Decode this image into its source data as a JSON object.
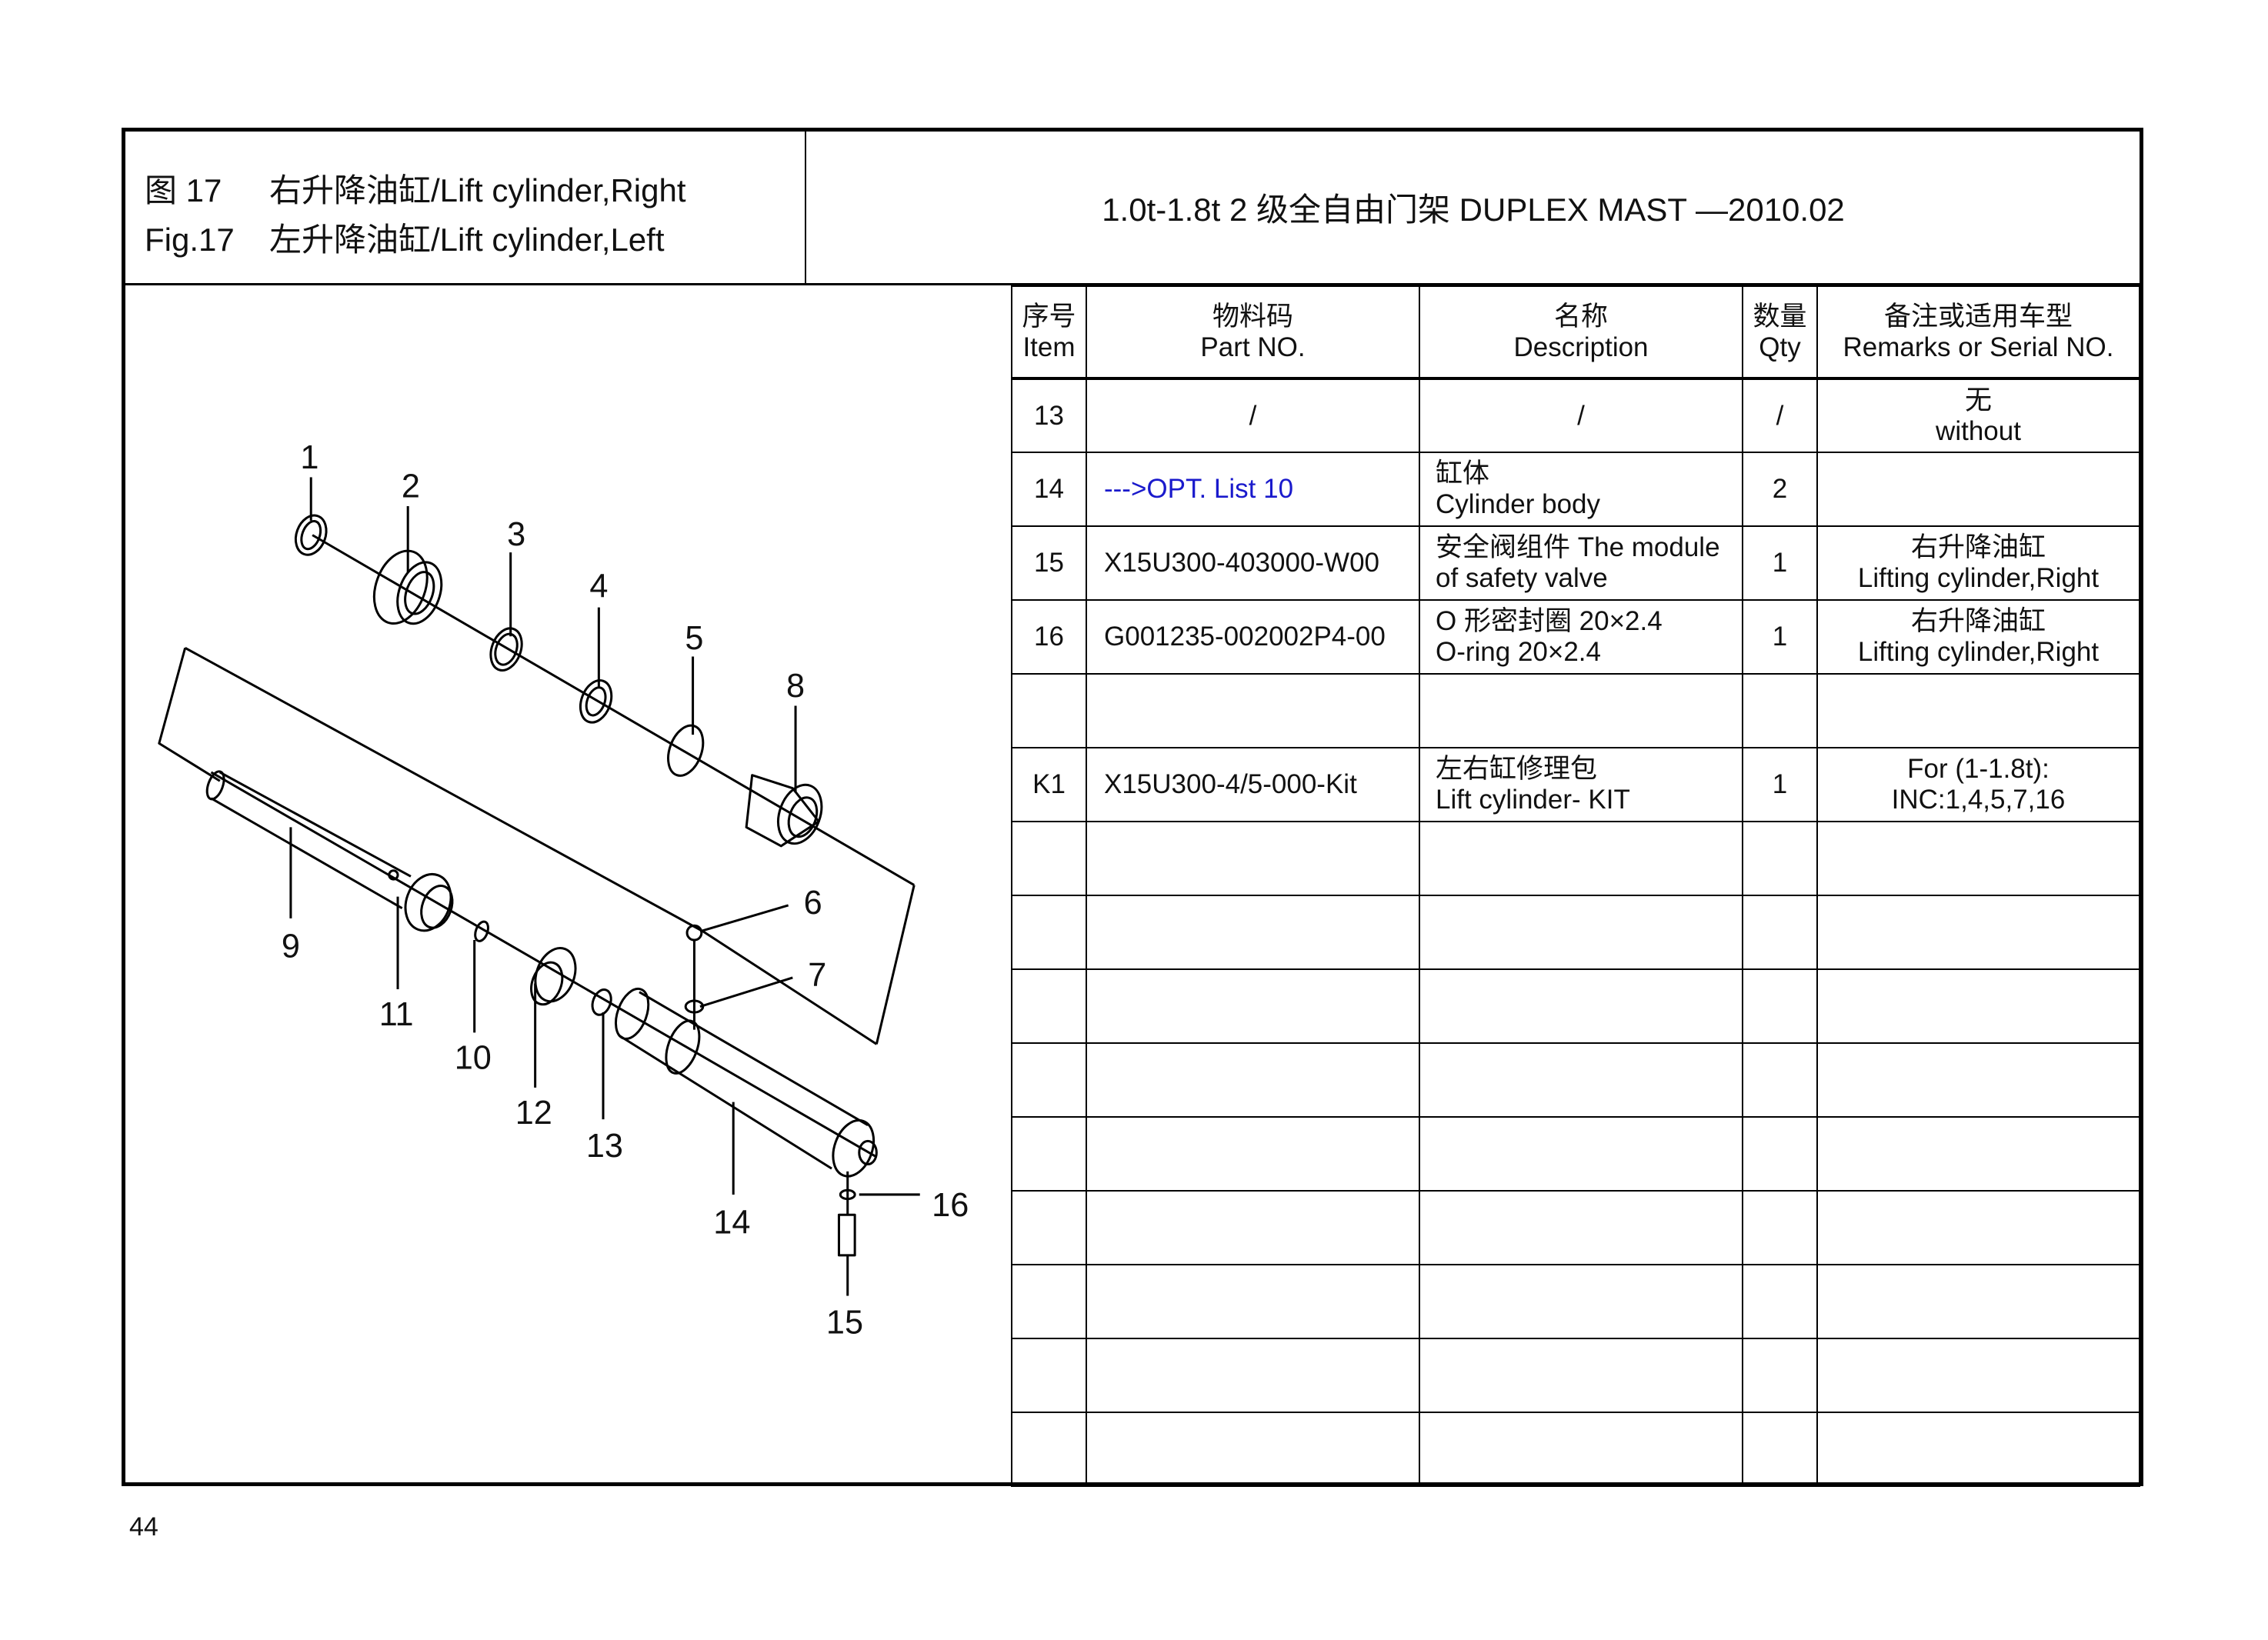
{
  "header": {
    "title_lines": [
      {
        "label": "图 17",
        "text": "右升降油缸/Lift cylinder,Right"
      },
      {
        "label": "Fig.17",
        "text": "左升降油缸/Lift cylinder,Left"
      }
    ],
    "catalog_title": "1.0t-1.8t   2 级全自由门架  DUPLEX MAST  —2010.02"
  },
  "table": {
    "columns": [
      {
        "cn": "序号",
        "en": "Item"
      },
      {
        "cn": "物料码",
        "en": "Part NO."
      },
      {
        "cn": "名称",
        "en": "Description"
      },
      {
        "cn": "数量",
        "en": "Qty"
      },
      {
        "cn": "备注或适用车型",
        "en": "Remarks or Serial NO."
      }
    ],
    "rows": [
      {
        "item": "13",
        "part_no": "/",
        "desc_1": "/",
        "desc_2": "",
        "qty": "/",
        "remarks_1": "无",
        "remarks_2": "without"
      },
      {
        "item": "14",
        "part_no": "--->OPT. List 10",
        "part_link": true,
        "desc_1": "缸体",
        "desc_2": "Cylinder body",
        "qty": "2",
        "remarks_1": "",
        "remarks_2": ""
      },
      {
        "item": "15",
        "part_no": "X15U300-403000-W00",
        "desc_1": "安全阀组件 The module",
        "desc_2": "of safety valve",
        "qty": "1",
        "remarks_1": "右升降油缸",
        "remarks_2": "Lifting cylinder,Right"
      },
      {
        "item": "16",
        "part_no": "G001235-002002P4-00",
        "desc_1": "O 形密封圈 20×2.4",
        "desc_2": "O-ring 20×2.4",
        "qty": "1",
        "remarks_1": "右升降油缸",
        "remarks_2": "Lifting cylinder,Right"
      },
      {
        "item": "",
        "part_no": "",
        "desc_1": "",
        "desc_2": "",
        "qty": "",
        "remarks_1": "",
        "remarks_2": ""
      },
      {
        "item": "K1",
        "part_no": "X15U300-4/5-000-Kit",
        "desc_1": "左右缸修理包",
        "desc_2": "Lift cylinder- KIT",
        "qty": "1",
        "remarks_1": "For (1-1.8t):",
        "remarks_2": "INC:1,4,5,7,16"
      },
      {
        "item": "",
        "part_no": "",
        "desc_1": "",
        "desc_2": "",
        "qty": "",
        "remarks_1": "",
        "remarks_2": ""
      },
      {
        "item": "",
        "part_no": "",
        "desc_1": "",
        "desc_2": "",
        "qty": "",
        "remarks_1": "",
        "remarks_2": ""
      },
      {
        "item": "",
        "part_no": "",
        "desc_1": "",
        "desc_2": "",
        "qty": "",
        "remarks_1": "",
        "remarks_2": ""
      },
      {
        "item": "",
        "part_no": "",
        "desc_1": "",
        "desc_2": "",
        "qty": "",
        "remarks_1": "",
        "remarks_2": ""
      },
      {
        "item": "",
        "part_no": "",
        "desc_1": "",
        "desc_2": "",
        "qty": "",
        "remarks_1": "",
        "remarks_2": ""
      },
      {
        "item": "",
        "part_no": "",
        "desc_1": "",
        "desc_2": "",
        "qty": "",
        "remarks_1": "",
        "remarks_2": ""
      },
      {
        "item": "",
        "part_no": "",
        "desc_1": "",
        "desc_2": "",
        "qty": "",
        "remarks_1": "",
        "remarks_2": ""
      },
      {
        "item": "",
        "part_no": "",
        "desc_1": "",
        "desc_2": "",
        "qty": "",
        "remarks_1": "",
        "remarks_2": ""
      },
      {
        "item": "",
        "part_no": "",
        "desc_1": "",
        "desc_2": "",
        "qty": "",
        "remarks_1": "",
        "remarks_2": ""
      }
    ]
  },
  "diagram": {
    "callouts": [
      "1",
      "2",
      "3",
      "4",
      "5",
      "6",
      "7",
      "8",
      "9",
      "10",
      "11",
      "12",
      "13",
      "14",
      "15",
      "16"
    ]
  },
  "footer": {
    "page_number": "44"
  },
  "colors": {
    "link": "#1a1acc",
    "line": "#000000"
  }
}
